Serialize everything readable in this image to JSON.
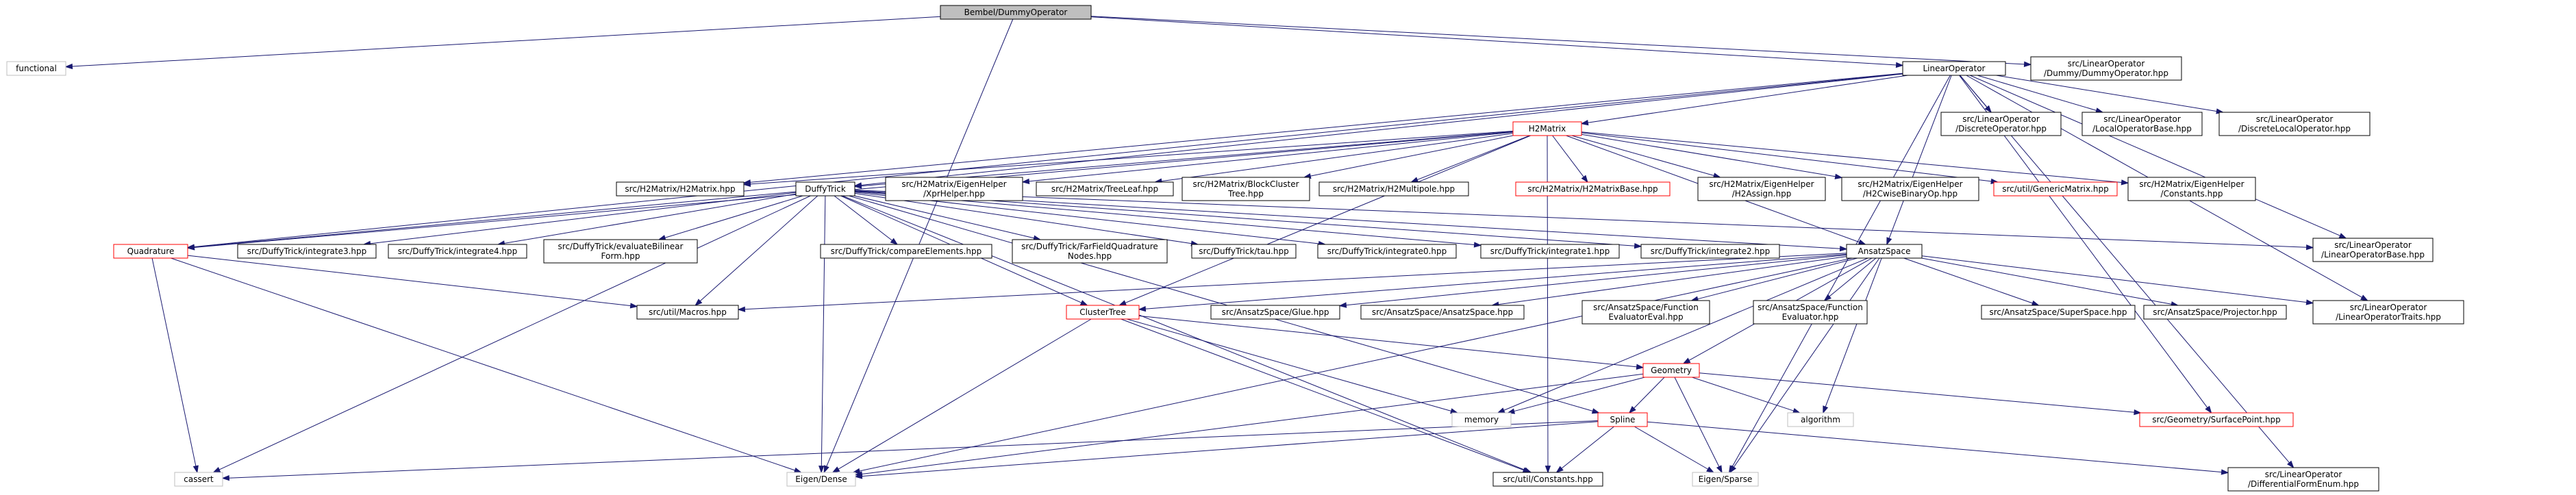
{
  "colors": {
    "edge": "#191970",
    "root_fill": "#bfbfbf",
    "node_border": "#000000",
    "missing_border": "#bfbfbf",
    "truncated_border": "#ff0000"
  },
  "nodes": {
    "root": {
      "lines": [
        "Bembel/DummyOperator"
      ],
      "kind": "root"
    },
    "functional": {
      "lines": [
        "functional"
      ],
      "kind": "missing"
    },
    "linop": {
      "lines": [
        "LinearOperator"
      ],
      "kind": "normal"
    },
    "dummyop": {
      "lines": [
        "src/LinearOperator",
        "/Dummy/DummyOperator.hpp"
      ],
      "kind": "normal"
    },
    "eigendense": {
      "lines": [
        "Eigen/Dense"
      ],
      "kind": "missing"
    },
    "quadrature": {
      "lines": [
        "Quadrature"
      ],
      "kind": "truncated"
    },
    "h2matrix": {
      "lines": [
        "H2Matrix"
      ],
      "kind": "truncated"
    },
    "discreteop": {
      "lines": [
        "src/LinearOperator",
        "/DiscreteOperator.hpp"
      ],
      "kind": "normal"
    },
    "localopbase": {
      "lines": [
        "src/LinearOperator",
        "/LocalOperatorBase.hpp"
      ],
      "kind": "normal"
    },
    "discretelocal": {
      "lines": [
        "src/LinearOperator",
        "/DiscreteLocalOperator.hpp"
      ],
      "kind": "normal"
    },
    "linopbase": {
      "lines": [
        "src/LinearOperator",
        "/LinearOperatorBase.hpp"
      ],
      "kind": "normal"
    },
    "h2matrixhpp": {
      "lines": [
        "src/H2Matrix/H2Matrix.hpp"
      ],
      "kind": "normal"
    },
    "duffytrick": {
      "lines": [
        "DuffyTrick"
      ],
      "kind": "normal"
    },
    "xprhelper": {
      "lines": [
        "src/H2Matrix/EigenHelper",
        "/XprHelper.hpp"
      ],
      "kind": "normal"
    },
    "treeleaf": {
      "lines": [
        "src/H2Matrix/TreeLeaf.hpp"
      ],
      "kind": "normal"
    },
    "blockcluster": {
      "lines": [
        "src/H2Matrix/BlockCluster",
        "Tree.hpp"
      ],
      "kind": "normal"
    },
    "h2multipole": {
      "lines": [
        "src/H2Matrix/H2Multipole.hpp"
      ],
      "kind": "normal"
    },
    "h2matrixbase": {
      "lines": [
        "src/H2Matrix/H2MatrixBase.hpp"
      ],
      "kind": "truncated"
    },
    "h2assign": {
      "lines": [
        "src/H2Matrix/EigenHelper",
        "/H2Assign.hpp"
      ],
      "kind": "normal"
    },
    "h2cwise": {
      "lines": [
        "src/H2Matrix/EigenHelper",
        "/H2CwiseBinaryOp.hpp"
      ],
      "kind": "normal"
    },
    "genericmatrix": {
      "lines": [
        "src/util/GenericMatrix.hpp"
      ],
      "kind": "truncated"
    },
    "constants_h2": {
      "lines": [
        "src/H2Matrix/EigenHelper",
        "/Constants.hpp"
      ],
      "kind": "normal"
    },
    "integrate3": {
      "lines": [
        "src/DuffyTrick/integrate3.hpp"
      ],
      "kind": "normal"
    },
    "integrate4": {
      "lines": [
        "src/DuffyTrick/integrate4.hpp"
      ],
      "kind": "normal"
    },
    "evalbilinear": {
      "lines": [
        "src/DuffyTrick/evaluateBilinear",
        "Form.hpp"
      ],
      "kind": "normal"
    },
    "compareelements": {
      "lines": [
        "src/DuffyTrick/compareElements.hpp"
      ],
      "kind": "normal"
    },
    "farfield": {
      "lines": [
        "src/DuffyTrick/FarFieldQuadrature",
        "Nodes.hpp"
      ],
      "kind": "normal"
    },
    "tau": {
      "lines": [
        "src/DuffyTrick/tau.hpp"
      ],
      "kind": "normal"
    },
    "integrate0": {
      "lines": [
        "src/DuffyTrick/integrate0.hpp"
      ],
      "kind": "normal"
    },
    "integrate1": {
      "lines": [
        "src/DuffyTrick/integrate1.hpp"
      ],
      "kind": "normal"
    },
    "integrate2": {
      "lines": [
        "src/DuffyTrick/integrate2.hpp"
      ],
      "kind": "normal"
    },
    "ansatzspace": {
      "lines": [
        "AnsatzSpace"
      ],
      "kind": "normal"
    },
    "macros": {
      "lines": [
        "src/util/Macros.hpp"
      ],
      "kind": "normal"
    },
    "clustertree": {
      "lines": [
        "ClusterTree"
      ],
      "kind": "truncated"
    },
    "glue": {
      "lines": [
        "src/AnsatzSpace/Glue.hpp"
      ],
      "kind": "normal"
    },
    "ansatzhpp": {
      "lines": [
        "src/AnsatzSpace/AnsatzSpace.hpp"
      ],
      "kind": "normal"
    },
    "funcevaleval": {
      "lines": [
        "src/AnsatzSpace/Function",
        "EvaluatorEval.hpp"
      ],
      "kind": "normal"
    },
    "funceval": {
      "lines": [
        "src/AnsatzSpace/Function",
        "Evaluator.hpp"
      ],
      "kind": "normal"
    },
    "superspace": {
      "lines": [
        "src/AnsatzSpace/SuperSpace.hpp"
      ],
      "kind": "normal"
    },
    "projector": {
      "lines": [
        "src/AnsatzSpace/Projector.hpp"
      ],
      "kind": "normal"
    },
    "linoptraits": {
      "lines": [
        "src/LinearOperator",
        "/LinearOperatorTraits.hpp"
      ],
      "kind": "normal"
    },
    "geometry": {
      "lines": [
        "Geometry"
      ],
      "kind": "truncated"
    },
    "memory": {
      "lines": [
        "memory"
      ],
      "kind": "missing"
    },
    "algorithm": {
      "lines": [
        "algorithm"
      ],
      "kind": "missing"
    },
    "surfacepoint": {
      "lines": [
        "src/Geometry/SurfacePoint.hpp"
      ],
      "kind": "truncated"
    },
    "spline": {
      "lines": [
        "Spline"
      ],
      "kind": "truncated"
    },
    "cassert": {
      "lines": [
        "cassert"
      ],
      "kind": "missing"
    },
    "constants_util": {
      "lines": [
        "src/util/Constants.hpp"
      ],
      "kind": "normal"
    },
    "eigensparse": {
      "lines": [
        "Eigen/Sparse"
      ],
      "kind": "missing"
    },
    "diffform": {
      "lines": [
        "src/LinearOperator",
        "/DifferentialFormEnum.hpp"
      ],
      "kind": "normal"
    }
  },
  "edges": [
    [
      "root",
      "functional"
    ],
    [
      "root",
      "linop"
    ],
    [
      "root",
      "dummyop"
    ],
    [
      "root",
      "eigendense"
    ],
    [
      "linop",
      "quadrature"
    ],
    [
      "linop",
      "h2matrix"
    ],
    [
      "linop",
      "discreteop"
    ],
    [
      "linop",
      "localopbase"
    ],
    [
      "linop",
      "discretelocal"
    ],
    [
      "linop",
      "linopbase"
    ],
    [
      "linop",
      "h2matrixhpp"
    ],
    [
      "linop",
      "duffytrick"
    ],
    [
      "linop",
      "ansatzspace"
    ],
    [
      "linop",
      "linoptraits"
    ],
    [
      "linop",
      "surfacepoint"
    ],
    [
      "linop",
      "eigensparse"
    ],
    [
      "linop",
      "diffform"
    ],
    [
      "h2matrix",
      "h2matrixhpp"
    ],
    [
      "h2matrix",
      "duffytrick"
    ],
    [
      "h2matrix",
      "xprhelper"
    ],
    [
      "h2matrix",
      "treeleaf"
    ],
    [
      "h2matrix",
      "blockcluster"
    ],
    [
      "h2matrix",
      "h2multipole"
    ],
    [
      "h2matrix",
      "h2matrixbase"
    ],
    [
      "h2matrix",
      "h2assign"
    ],
    [
      "h2matrix",
      "h2cwise"
    ],
    [
      "h2matrix",
      "genericmatrix"
    ],
    [
      "h2matrix",
      "constants_h2"
    ],
    [
      "h2matrix",
      "quadrature"
    ],
    [
      "h2matrix",
      "ansatzspace"
    ],
    [
      "h2matrix",
      "clustertree"
    ],
    [
      "h2matrix",
      "constants_util"
    ],
    [
      "duffytrick",
      "quadrature"
    ],
    [
      "duffytrick",
      "integrate3"
    ],
    [
      "duffytrick",
      "integrate4"
    ],
    [
      "duffytrick",
      "evalbilinear"
    ],
    [
      "duffytrick",
      "compareelements"
    ],
    [
      "duffytrick",
      "farfield"
    ],
    [
      "duffytrick",
      "tau"
    ],
    [
      "duffytrick",
      "integrate0"
    ],
    [
      "duffytrick",
      "integrate1"
    ],
    [
      "duffytrick",
      "integrate2"
    ],
    [
      "duffytrick",
      "ansatzspace"
    ],
    [
      "duffytrick",
      "macros"
    ],
    [
      "duffytrick",
      "clustertree"
    ],
    [
      "duffytrick",
      "linopbase"
    ],
    [
      "duffytrick",
      "cassert"
    ],
    [
      "duffytrick",
      "eigendense"
    ],
    [
      "duffytrick",
      "constants_util"
    ],
    [
      "duffytrick",
      "spline"
    ],
    [
      "quadrature",
      "macros"
    ],
    [
      "quadrature",
      "cassert"
    ],
    [
      "quadrature",
      "eigendense"
    ],
    [
      "ansatzspace",
      "macros"
    ],
    [
      "ansatzspace",
      "clustertree"
    ],
    [
      "ansatzspace",
      "glue"
    ],
    [
      "ansatzspace",
      "ansatzhpp"
    ],
    [
      "ansatzspace",
      "funcevaleval"
    ],
    [
      "ansatzspace",
      "funceval"
    ],
    [
      "ansatzspace",
      "superspace"
    ],
    [
      "ansatzspace",
      "projector"
    ],
    [
      "ansatzspace",
      "linoptraits"
    ],
    [
      "ansatzspace",
      "geometry"
    ],
    [
      "ansatzspace",
      "memory"
    ],
    [
      "ansatzspace",
      "algorithm"
    ],
    [
      "ansatzspace",
      "eigensparse"
    ],
    [
      "ansatzspace",
      "eigendense"
    ],
    [
      "clustertree",
      "geometry"
    ],
    [
      "clustertree",
      "memory"
    ],
    [
      "clustertree",
      "eigendense"
    ],
    [
      "clustertree",
      "constants_util"
    ],
    [
      "geometry",
      "memory"
    ],
    [
      "geometry",
      "algorithm"
    ],
    [
      "geometry",
      "surfacepoint"
    ],
    [
      "geometry",
      "spline"
    ],
    [
      "geometry",
      "eigendense"
    ],
    [
      "geometry",
      "eigensparse"
    ],
    [
      "spline",
      "cassert"
    ],
    [
      "spline",
      "eigendense"
    ],
    [
      "spline",
      "constants_util"
    ],
    [
      "spline",
      "eigensparse"
    ],
    [
      "spline",
      "diffform"
    ]
  ]
}
